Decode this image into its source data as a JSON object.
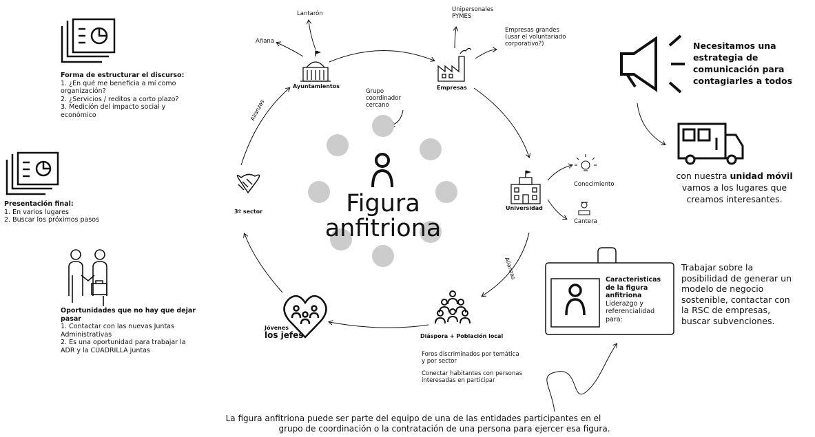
{
  "center": {
    "title_line1": "Figura",
    "title_line2": "anfitriona",
    "group_note": "Grupo\ncoordinador\ncercano"
  },
  "nodes": {
    "ayuntamientos": "Ayuntamientos",
    "empresas": "Empresas",
    "universidad": "Universidad",
    "diaspora": "Diáspora + Población local",
    "jovenes_small": "Jóvenes",
    "jovenes_big": "los jefes",
    "tercer_sector": "3º sector"
  },
  "branches": {
    "lantaron": "Lantarón",
    "anana": "Añana",
    "unipersonales": "Unipersonales\nPYMES",
    "empresas_grandes": "Empresas grandes\n(usar el voluntariado\ncorporativo?)",
    "conocimiento": "Conocimiento",
    "cantera": "Cantera",
    "foros": "Foros discriminados por temática\ny por sector",
    "conectar": "Conectar habitantes con personas\ninteresadas en participar"
  },
  "arc_labels": {
    "alianzas_left": "Alianzas",
    "alianzas_right": "Alianzas"
  },
  "left": {
    "discurso_title": "Forma de estructurar el discurso:",
    "discurso_items": "1. ¿En qué me beneficia a mí como\norganización?\n2. ¿Servicios / reditos a corto plazo?\n3. Medición del impacto social y\neconómico",
    "presentacion_title": "Presentación final:",
    "presentacion_items": "1. En varios lugares\n2. Buscar los próximos pasos",
    "oportunidades_title": "Oportunidades que no hay que dejar\npasar",
    "oportunidades_items": "1. Contactar con las nuevas Juntas\nAdministrativas\n2. Es una oportunidad para trabajar la\nADR y la CUADRILLA juntas"
  },
  "right": {
    "estrategia": "Necesitamos una\nestrategia de\ncomunicación para\ncontagiarles a todos",
    "unidad_pre": "con nuestra ",
    "unidad_bold": "unidad móvil",
    "unidad_post": "vamos a los lugares que\ncreamos interesantes.",
    "badge_title": "Caracteristicas\nde la figura\nanfitriona",
    "badge_text": "Liderazgo y\nreferencialidad\npara:",
    "trabajar": "Trabajar sobre la\nposibilidad de generar un\nmodelo de negocio\nsostenible, contactar con\nla RSC de empresas,\nbuscar subvenciones."
  },
  "footer": {
    "line1": "La figura anfitriona puede ser parte del equipo de una de las entidades participantes en el",
    "line2": "grupo de coordinación o la contratación de una persona para ejercer esa figura."
  },
  "colors": {
    "dots": "#cccccc",
    "ink": "#111111"
  }
}
